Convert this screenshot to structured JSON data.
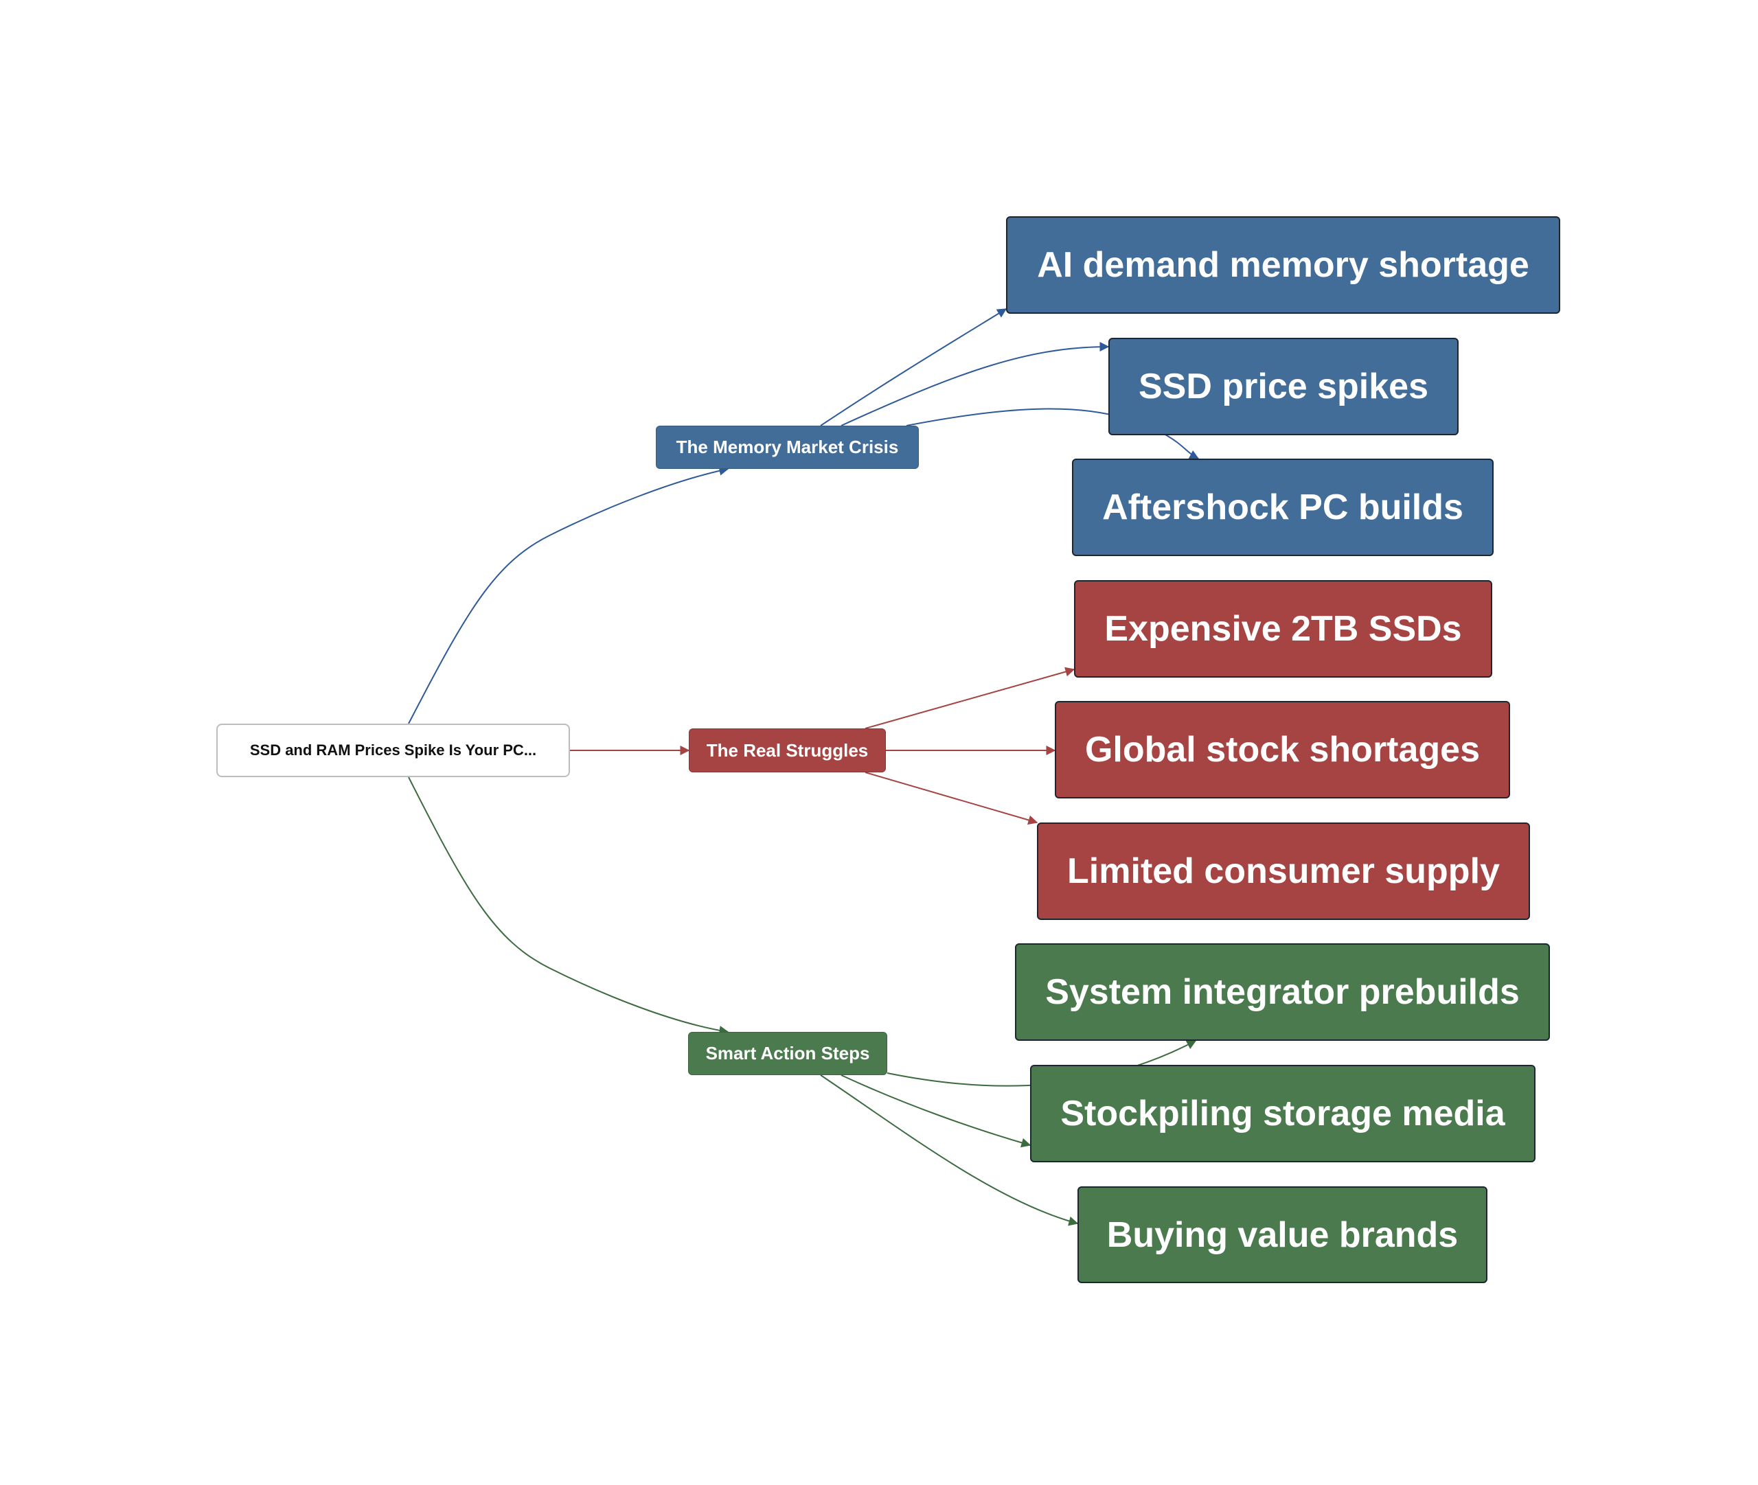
{
  "colors": {
    "blue": "#436d99",
    "red": "#a64444",
    "green": "#4a7a4d"
  },
  "root": {
    "label": "SSD and RAM Prices Spike Is Your PC..."
  },
  "branches": [
    {
      "label": "The Memory Market Crisis",
      "color": "blue",
      "children": [
        "AI demand memory shortage",
        "SSD price spikes",
        "Aftershock PC builds"
      ]
    },
    {
      "label": "The Real Struggles",
      "color": "red",
      "children": [
        "Expensive 2TB SSDs",
        "Global stock shortages",
        "Limited consumer supply"
      ]
    },
    {
      "label": "Smart Action Steps",
      "color": "green",
      "children": [
        "System integrator prebuilds",
        "Stockpiling storage media",
        "Buying value brands"
      ]
    }
  ]
}
